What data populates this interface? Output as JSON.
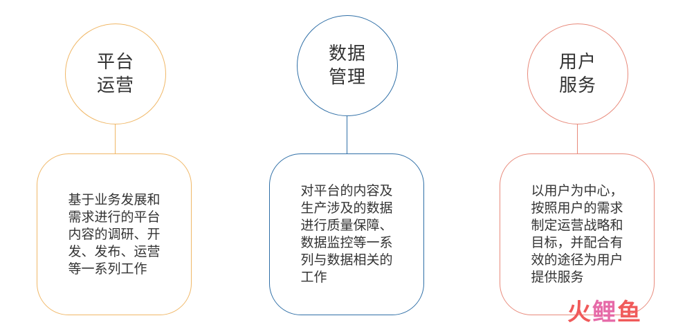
{
  "columns": [
    {
      "title_lines": [
        "平台",
        "运营"
      ],
      "text_lines": [
        "基于业务发展和",
        "需求进行的平台",
        "内容的调研、开",
        "发、发布、运营",
        "等一系列工作"
      ],
      "color": "#f0b766"
    },
    {
      "title_lines": [
        "数据",
        "管理"
      ],
      "text_lines": [
        "对平台的内容及",
        "生产涉及的数据",
        "进行质量保障、",
        "数据监控等一系",
        "列与数据相关的",
        "工作"
      ],
      "color": "#2e6ea6"
    },
    {
      "title_lines": [
        "用户",
        "服务"
      ],
      "text_lines": [
        "以用户为中心，",
        "按照用户的需求",
        "制定运营战略和",
        "目标，并配合有",
        "效的途径为用户",
        "提供服务"
      ],
      "color": "#e8897a"
    }
  ],
  "watermark": {
    "part1": "火",
    "part2": "鲤",
    "part3": "鱼"
  }
}
